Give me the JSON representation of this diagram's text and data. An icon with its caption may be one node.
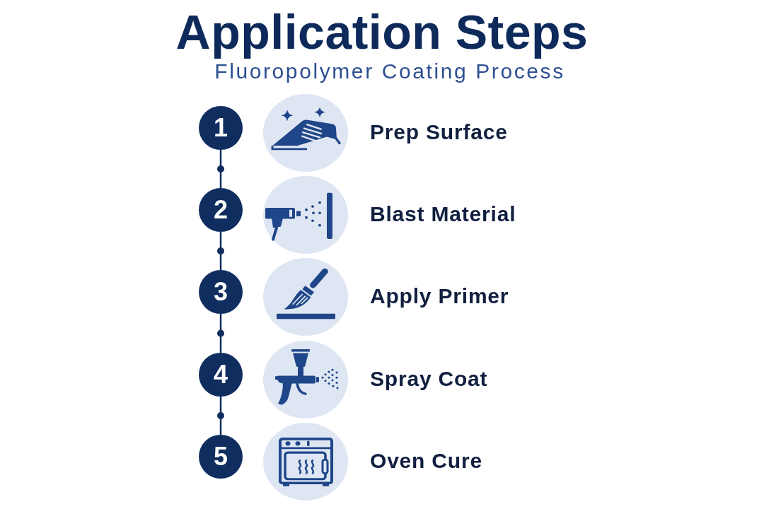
{
  "diagram": {
    "title": "Application Steps",
    "nodes": [
      {
        "text": [
          "1"
        ]
      },
      {
        "text": [
          "2"
        ]
      },
      {
        "text": [
          "3"
        ]
      },
      {
        "text": [
          "4"
        ]
      },
      {
        "text": [
          "5"
        ]
      }
    ],
    "edges": [
      {
        "from": 0,
        "to": 1,
        "arrow": "none"
      },
      {
        "from": 1,
        "to": 2,
        "arrow": "none"
      },
      {
        "from": 2,
        "to": 3,
        "arrow": "none"
      },
      {
        "from": 3,
        "to": 4,
        "arrow": "none"
      }
    ],
    "labels": [
      "Fluoropolymer Coating Process",
      "Prep Surface",
      "Blast Material",
      "Apply Primer",
      "Spray Coat",
      "Oven Cure"
    ]
  }
}
